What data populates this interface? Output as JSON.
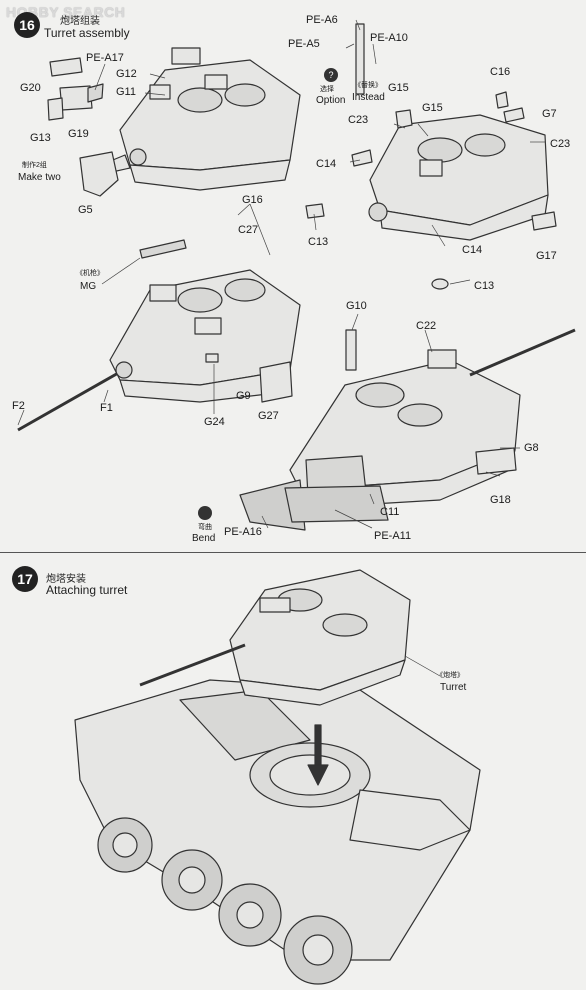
{
  "watermark": "HOBBY SEARCH",
  "steps": [
    {
      "number": "16",
      "title_cn": "炮塔组装",
      "title_en": "Turret assembly"
    },
    {
      "number": "17",
      "title_cn": "炮塔安装",
      "title_en": "Attaching turret"
    }
  ],
  "notes": {
    "make_two_cn": "制作2组",
    "make_two_en": "Make two",
    "option_icon": "?",
    "option_cn": "选择",
    "option_en": "Option",
    "instead_cn": "《替换》",
    "instead_en": "Instead",
    "mg_cn": "《机枪》",
    "mg_en": "MG",
    "bend_cn": "弯曲",
    "bend_en": "Bend",
    "turret_cn": "《炮塔》",
    "turret_en": "Turret"
  },
  "parts": {
    "g20": "G20",
    "pe_a17": "PE-A17",
    "g12_a": "G12",
    "g11_a": "G11",
    "g13": "G13",
    "g19": "G19",
    "g5": "G5",
    "pe_a6": "PE-A6",
    "pe_a5": "PE-A5",
    "pe_a10": "PE-A10",
    "g15_a": "G15",
    "c16": "C16",
    "g7": "G7",
    "c23_a": "C23",
    "g15_b": "G15",
    "c23_b": "C23",
    "c14_a": "C14",
    "c13_a": "C13",
    "c14_b": "C14",
    "g17": "G17",
    "c13_b": "C13",
    "g16": "G16",
    "c27": "C27",
    "f2": "F2",
    "f1": "F1",
    "g9": "G9",
    "g24": "G24",
    "g27": "G27",
    "g10": "G10",
    "c22": "C22",
    "g8": "G8",
    "g18": "G18",
    "c11": "C11",
    "pe_a16": "PE-A16",
    "pe_a11": "PE-A11"
  }
}
